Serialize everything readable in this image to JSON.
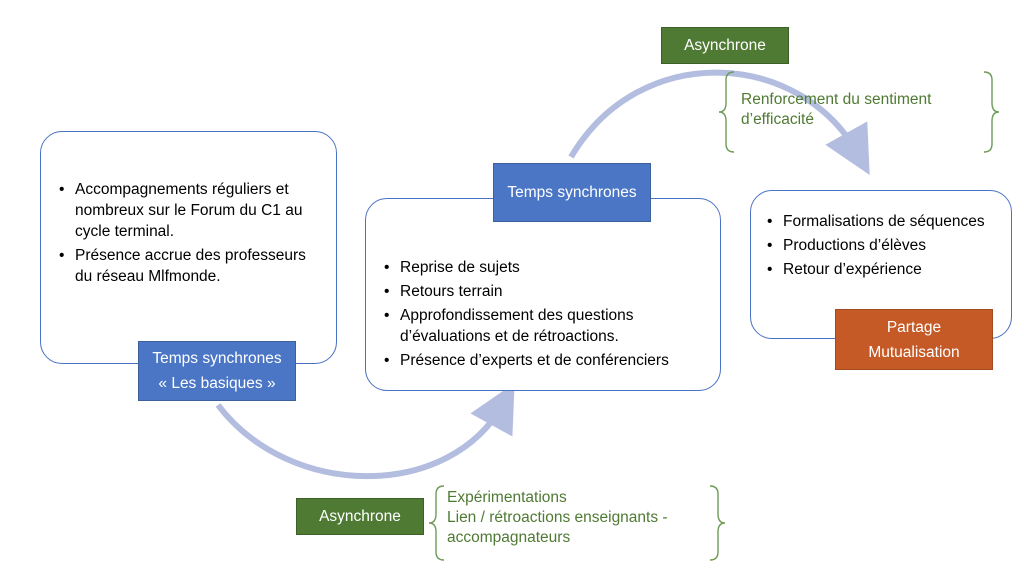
{
  "colors": {
    "blue": "#4a76c5",
    "green": "#4f7a33",
    "orange": "#c65a27",
    "arrow": "#b3bde0",
    "border": "#4a72c4"
  },
  "left_card": {
    "items": [
      "Accompagnements réguliers et nombreux sur le Forum du C1 au cycle terminal.",
      "Présence accrue des professeurs du réseau Mlfmonde."
    ],
    "label_line1": "Temps synchrones",
    "label_line2": "« Les basiques »"
  },
  "middle_card": {
    "label": "Temps synchrones",
    "items": [
      "Reprise de sujets",
      "Retours terrain",
      "Approfondissement des questions d’évaluations et de rétroactions.",
      "Présence d’experts et de conférenciers"
    ]
  },
  "right_card": {
    "items": [
      "Formalisations de séquences",
      "Productions d’élèves",
      "Retour d’expérience"
    ],
    "label_line1": "Partage",
    "label_line2": "Mutualisation"
  },
  "top_async": {
    "label": "Asynchrone",
    "note_line1": "Renforcement du sentiment",
    "note_line2": "d’efficacité"
  },
  "bottom_async": {
    "label": "Asynchrone",
    "note_line1": "Expérimentations",
    "note_line2": "Lien / rétroactions enseignants -",
    "note_line3": "accompagnateurs"
  }
}
